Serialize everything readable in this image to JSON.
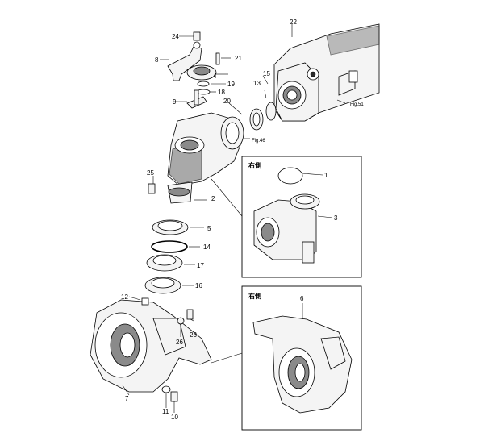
{
  "diagram": {
    "part_numbers": [
      "1",
      "2",
      "3",
      "4",
      "5",
      "6",
      "7",
      "8",
      "9",
      "10",
      "11",
      "12",
      "13",
      "14",
      "15",
      "16",
      "17",
      "18",
      "19",
      "20",
      "21",
      "22",
      "23",
      "24",
      "25",
      "26"
    ],
    "figure_refs": [
      "Fig.46",
      "Fig.51"
    ],
    "inset_label": "右側"
  }
}
